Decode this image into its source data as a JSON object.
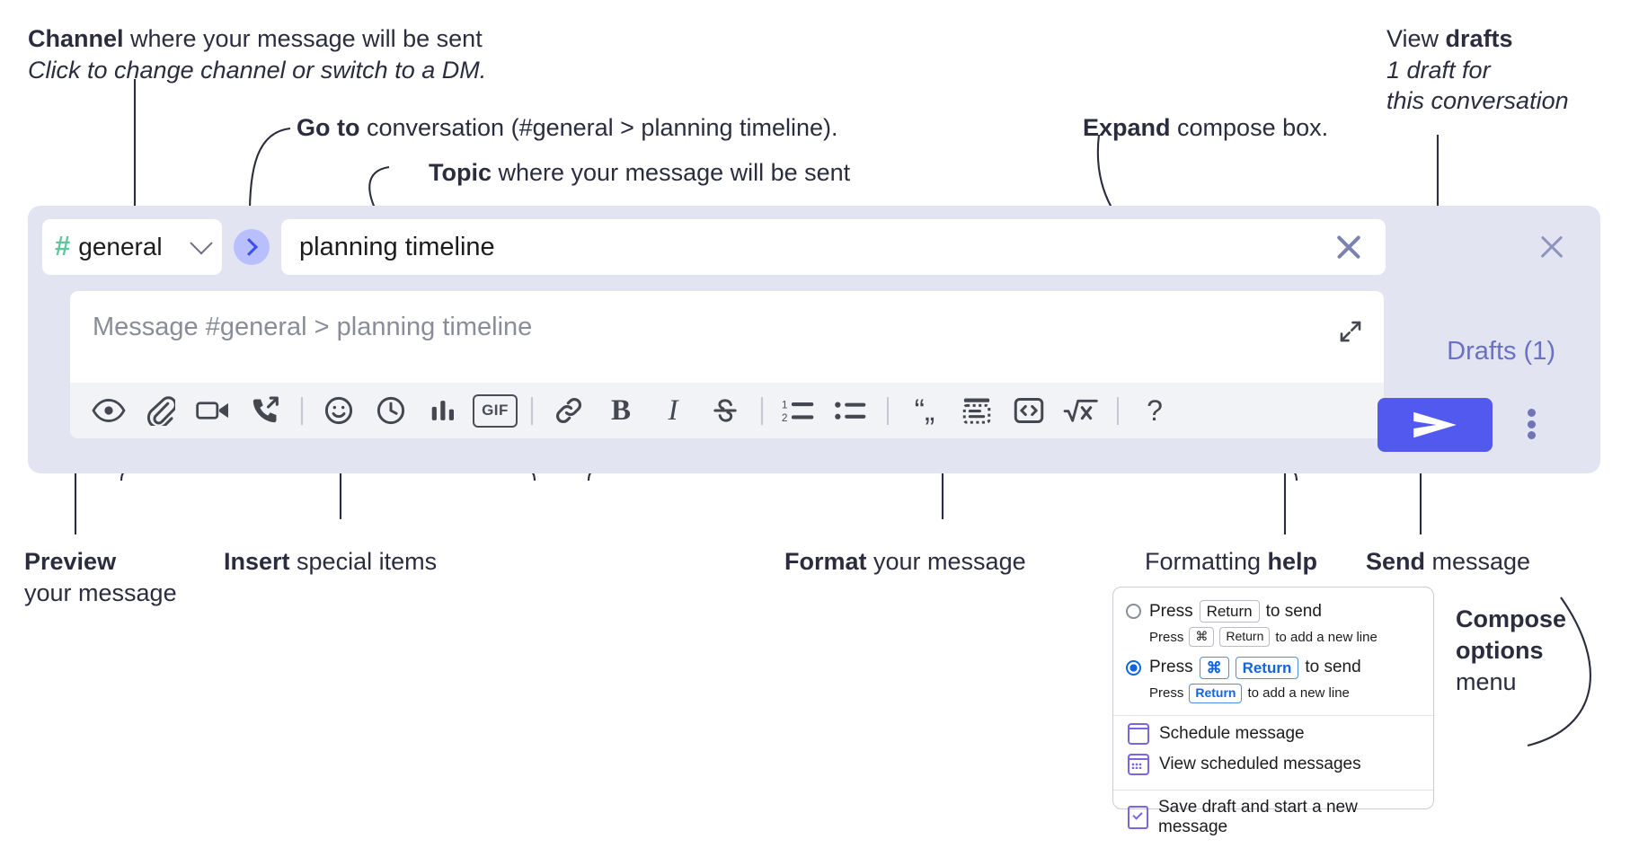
{
  "annotations": {
    "channel": {
      "bold": "Channel",
      "rest": " where your message will be sent",
      "italic": "Click to change channel or switch to a DM."
    },
    "goto": {
      "bold": "Go to",
      "rest": " conversation (#general > planning timeline)."
    },
    "topic": {
      "bold": "Topic",
      "rest": " where your message will be sent"
    },
    "expand": {
      "bold": "Expand",
      "rest": " compose box."
    },
    "drafts": {
      "plain": "View ",
      "bold": "drafts",
      "italic1": "1 draft for",
      "italic2": "this conversation"
    },
    "preview": {
      "bold": "Preview",
      "line2": "your message"
    },
    "insert": {
      "bold": "Insert",
      "rest": " special items"
    },
    "format": {
      "bold": "Format",
      "rest": " your message"
    },
    "help": {
      "plain": "Formatting ",
      "bold": "help"
    },
    "send": {
      "bold": "Send",
      "rest": " message"
    },
    "compose_options": {
      "bold1": "Compose",
      "bold2": "options",
      "plain": "menu"
    }
  },
  "compose": {
    "channel_name": "general",
    "channel_hash": "#",
    "topic_value": "planning timeline",
    "message_placeholder": "Message #general > planning timeline",
    "drafts_label": "Drafts (1)",
    "accent_color": "#5159ee",
    "panel_bg": "#e2e4f2",
    "toolbar_bg": "#f2f3f7",
    "hash_color": "#5fc79b",
    "goto_bubble_color": "#b9bffc",
    "toolbar": [
      {
        "name": "preview-icon",
        "label": "Preview"
      },
      {
        "name": "attachment-icon",
        "label": "Attach file"
      },
      {
        "name": "video-clip-icon",
        "label": "Record video clip"
      },
      {
        "name": "audio-clip-icon",
        "label": "Record audio clip"
      },
      {
        "name": "separator-1",
        "label": ""
      },
      {
        "name": "emoji-icon",
        "label": "Emoji"
      },
      {
        "name": "reminder-clock-icon",
        "label": "Reminder"
      },
      {
        "name": "poll-bars-icon",
        "label": "Poll"
      },
      {
        "name": "gif-icon",
        "label": "GIF"
      },
      {
        "name": "separator-2",
        "label": ""
      },
      {
        "name": "link-icon",
        "label": "Link"
      },
      {
        "name": "bold-icon",
        "label": "B"
      },
      {
        "name": "italic-icon",
        "label": "I"
      },
      {
        "name": "strikethrough-icon",
        "label": "S"
      },
      {
        "name": "separator-3",
        "label": ""
      },
      {
        "name": "ordered-list-icon",
        "label": "Ordered list"
      },
      {
        "name": "bulleted-list-icon",
        "label": "Bulleted list"
      },
      {
        "name": "separator-4",
        "label": ""
      },
      {
        "name": "blockquote-icon",
        "label": "Blockquote"
      },
      {
        "name": "code-block-icon",
        "label": "Code block"
      },
      {
        "name": "inline-code-icon",
        "label": "Code"
      },
      {
        "name": "math-icon",
        "label": "Math"
      },
      {
        "name": "separator-5",
        "label": ""
      },
      {
        "name": "formatting-help-icon",
        "label": "?"
      }
    ],
    "gif_label": "GIF",
    "bold_label": "B",
    "italic_label": "I",
    "help_label": "?"
  },
  "popup": {
    "option1": {
      "main_pre": "Press",
      "main_key": "Return",
      "main_post": "to send",
      "sub_pre": "Press",
      "sub_key1": "⌘",
      "sub_key2": "Return",
      "sub_post": "to add a new line",
      "selected": false
    },
    "option2": {
      "main_pre": "Press",
      "main_key1": "⌘",
      "main_key2": "Return",
      "main_post": "to send",
      "sub_pre": "Press",
      "sub_key": "Return",
      "sub_post": "to add a new line",
      "selected": true
    },
    "items": [
      {
        "name": "schedule-message",
        "label": "Schedule message"
      },
      {
        "name": "view-scheduled-messages",
        "label": "View scheduled messages"
      },
      {
        "name": "save-draft-new-message",
        "label": "Save draft and start a new message"
      }
    ]
  }
}
